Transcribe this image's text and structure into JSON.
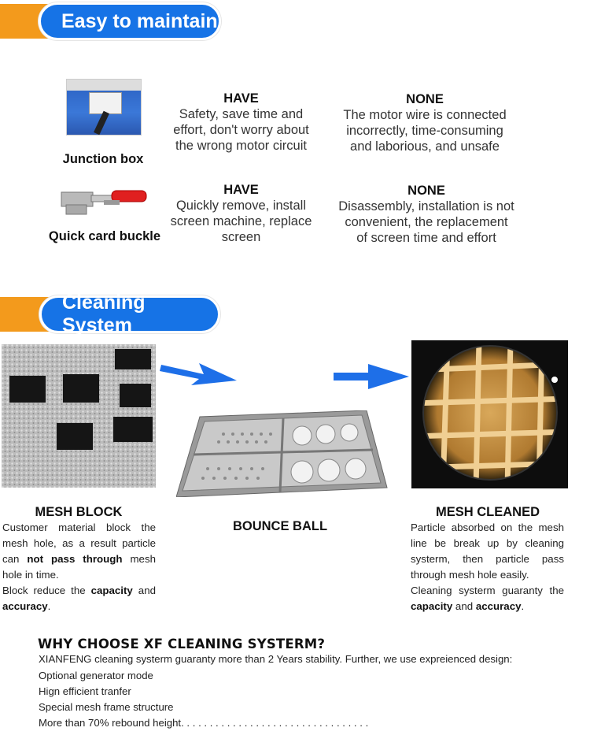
{
  "section1": {
    "title": "Easy to maintain"
  },
  "rows": [
    {
      "item_label": "Junction box",
      "have_head": "HAVE",
      "have_lines": [
        "Safety, save time and",
        "effort, don't worry about",
        "the wrong motor circuit"
      ],
      "none_head": "NONE",
      "none_lines": [
        "The motor wire is connected",
        "incorrectly, time-consuming",
        "and laborious, and unsafe"
      ]
    },
    {
      "item_label": "Quick card buckle",
      "have_head": "HAVE",
      "have_lines": [
        "Quickly remove, install",
        "screen machine, replace",
        "screen"
      ],
      "none_head": "NONE",
      "none_lines": [
        "Disassembly, installation is not",
        "convenient, the replacement",
        "of screen time and effort"
      ]
    }
  ],
  "section2": {
    "title": "Cleaning System"
  },
  "mesh_block": {
    "label": "MESH BLOCK",
    "p1_a": "Customer material block the mesh hole, as a result particle can ",
    "p1_b": "not pass through",
    "p1_c": " mesh hole in time.",
    "p2_a": "Block reduce the ",
    "p2_b": "capacity",
    "p2_c": " and ",
    "p2_d": "accuracy",
    "p2_e": "."
  },
  "bounce_ball": {
    "label": "BOUNCE BALL"
  },
  "mesh_cleaned": {
    "label": "MESH CLEANED",
    "p1": "Particle absorbed on the mesh line be break up by cleaning systerm, then particle pass through mesh hole easily.",
    "p2_a": "Cleaning systerm guaranty the ",
    "p2_b": "capacity",
    "p2_c": " and ",
    "p2_d": "accuracy",
    "p2_e": "."
  },
  "why": {
    "title": "WHY CHOOSE XF CLEANING SYSTERM?",
    "intro": "XIANFENG cleaning systerm guaranty more than 2 Years stability. Further, we use expreienced design:",
    "items": [
      "Optional generator mode",
      "Hign efficient tranfer",
      "Special mesh frame structure",
      "More than 70% rebound height. . . . . . . . . . . . . . . . . . . . . . . . . . . . . . . . ."
    ]
  },
  "colors": {
    "accent_blue": "#1673e6",
    "accent_orange": "#f39a1c",
    "arrow_blue": "#1e6fe8"
  }
}
